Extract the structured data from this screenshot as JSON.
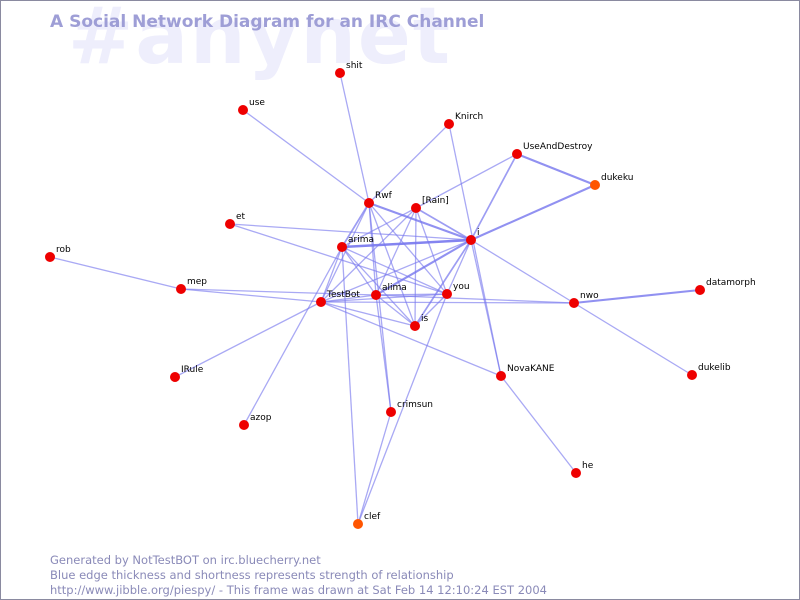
{
  "watermark": "#anynet",
  "title": "A Social Network Diagram for an IRC Channel",
  "footer": {
    "line1": "Generated by NotTestBOT on irc.bluecherry.net",
    "line2": "Blue edge thickness and shortness represents strength of relationship",
    "line3": "http://www.jibble.org/piespy/ - This frame was drawn at Sat Feb 14 12:10:24 EST 2004"
  },
  "colors": {
    "node": "#ee0000",
    "node_recent": "#ff5500",
    "edge": "#7777ee",
    "title": "#9e9ed6",
    "watermark": "#eeeefc",
    "footer": "#8a8ab8"
  },
  "nodes": [
    {
      "id": "shit",
      "label": "shit",
      "status": "active"
    },
    {
      "id": "use",
      "label": "use",
      "status": "active"
    },
    {
      "id": "Knirch",
      "label": "Knirch",
      "status": "active"
    },
    {
      "id": "UseAndDestroy",
      "label": "UseAndDestroy",
      "status": "active"
    },
    {
      "id": "dukeku",
      "label": "dukeku",
      "status": "recent"
    },
    {
      "id": "Rwf",
      "label": "Rwf",
      "status": "active"
    },
    {
      "id": "Rain",
      "label": "[Rain]",
      "status": "active"
    },
    {
      "id": "et",
      "label": "et",
      "status": "active"
    },
    {
      "id": "i",
      "label": "i",
      "status": "active"
    },
    {
      "id": "arima",
      "label": "arima",
      "status": "active"
    },
    {
      "id": "rob",
      "label": "rob",
      "status": "active"
    },
    {
      "id": "mep",
      "label": "mep",
      "status": "active"
    },
    {
      "id": "TestBot",
      "label": "TestBot",
      "status": "active"
    },
    {
      "id": "alima",
      "label": "alima",
      "status": "active"
    },
    {
      "id": "you",
      "label": "you",
      "status": "active"
    },
    {
      "id": "nwo",
      "label": "nwo",
      "status": "active"
    },
    {
      "id": "datamorph",
      "label": "datamorph",
      "status": "active"
    },
    {
      "id": "is",
      "label": "is",
      "status": "active"
    },
    {
      "id": "IRule",
      "label": "IRule",
      "status": "active"
    },
    {
      "id": "NovaKANE",
      "label": "NovaKANE",
      "status": "active"
    },
    {
      "id": "dukelib",
      "label": "dukelib",
      "status": "active"
    },
    {
      "id": "crimsun",
      "label": "crimsun",
      "status": "active"
    },
    {
      "id": "azop",
      "label": "azop",
      "status": "active"
    },
    {
      "id": "he",
      "label": "he",
      "status": "active"
    },
    {
      "id": "clef",
      "label": "clef",
      "status": "recent"
    }
  ],
  "edges": [
    {
      "from": "shit",
      "to": "Rwf",
      "weight": 1
    },
    {
      "from": "use",
      "to": "Rwf",
      "weight": 1
    },
    {
      "from": "Knirch",
      "to": "Rwf",
      "weight": 1
    },
    {
      "from": "Knirch",
      "to": "NovaKANE",
      "weight": 1
    },
    {
      "from": "UseAndDestroy",
      "to": "dukeku",
      "weight": 2
    },
    {
      "from": "UseAndDestroy",
      "to": "i",
      "weight": 1.5
    },
    {
      "from": "UseAndDestroy",
      "to": "Rain",
      "weight": 1
    },
    {
      "from": "dukeku",
      "to": "i",
      "weight": 2
    },
    {
      "from": "Rwf",
      "to": "i",
      "weight": 2
    },
    {
      "from": "Rwf",
      "to": "arima",
      "weight": 1.5
    },
    {
      "from": "Rwf",
      "to": "TestBot",
      "weight": 1
    },
    {
      "from": "Rwf",
      "to": "alima",
      "weight": 1
    },
    {
      "from": "Rwf",
      "to": "you",
      "weight": 1
    },
    {
      "from": "Rwf",
      "to": "is",
      "weight": 1
    },
    {
      "from": "Rwf",
      "to": "crimsun",
      "weight": 1
    },
    {
      "from": "Rain",
      "to": "i",
      "weight": 1.5
    },
    {
      "from": "Rain",
      "to": "arima",
      "weight": 1
    },
    {
      "from": "Rain",
      "to": "TestBot",
      "weight": 1
    },
    {
      "from": "Rain",
      "to": "alima",
      "weight": 1
    },
    {
      "from": "Rain",
      "to": "you",
      "weight": 1
    },
    {
      "from": "Rain",
      "to": "is",
      "weight": 1
    },
    {
      "from": "et",
      "to": "i",
      "weight": 1
    },
    {
      "from": "et",
      "to": "you",
      "weight": 1
    },
    {
      "from": "i",
      "to": "arima",
      "weight": 2.5
    },
    {
      "from": "i",
      "to": "alima",
      "weight": 2
    },
    {
      "from": "i",
      "to": "TestBot",
      "weight": 1
    },
    {
      "from": "i",
      "to": "you",
      "weight": 1
    },
    {
      "from": "i",
      "to": "is",
      "weight": 1.5
    },
    {
      "from": "i",
      "to": "nwo",
      "weight": 1
    },
    {
      "from": "i",
      "to": "NovaKANE",
      "weight": 1
    },
    {
      "from": "arima",
      "to": "TestBot",
      "weight": 1
    },
    {
      "from": "arima",
      "to": "alima",
      "weight": 1
    },
    {
      "from": "arima",
      "to": "you",
      "weight": 1
    },
    {
      "from": "arima",
      "to": "is",
      "weight": 1
    },
    {
      "from": "arima",
      "to": "azop",
      "weight": 1
    },
    {
      "from": "arima",
      "to": "clef",
      "weight": 1
    },
    {
      "from": "rob",
      "to": "mep",
      "weight": 1
    },
    {
      "from": "mep",
      "to": "TestBot",
      "weight": 1
    },
    {
      "from": "TestBot",
      "to": "alima",
      "weight": 1
    },
    {
      "from": "TestBot",
      "to": "you",
      "weight": 1
    },
    {
      "from": "TestBot",
      "to": "is",
      "weight": 1
    },
    {
      "from": "TestBot",
      "to": "nwo",
      "weight": 1
    },
    {
      "from": "TestBot",
      "to": "IRule",
      "weight": 1
    },
    {
      "from": "TestBot",
      "to": "NovaKANE",
      "weight": 1
    },
    {
      "from": "alima",
      "to": "you",
      "weight": 1
    },
    {
      "from": "alima",
      "to": "is",
      "weight": 1
    },
    {
      "from": "alima",
      "to": "nwo",
      "weight": 1
    },
    {
      "from": "alima",
      "to": "crimsun",
      "weight": 1
    },
    {
      "from": "you",
      "to": "is",
      "weight": 1
    },
    {
      "from": "you",
      "to": "clef",
      "weight": 1
    },
    {
      "from": "nwo",
      "to": "datamorph",
      "weight": 2
    },
    {
      "from": "nwo",
      "to": "dukelib",
      "weight": 1
    },
    {
      "from": "NovaKANE",
      "to": "he",
      "weight": 1
    },
    {
      "from": "crimsun",
      "to": "clef",
      "weight": 1
    },
    {
      "from": "mep",
      "to": "alima",
      "weight": 1
    }
  ]
}
